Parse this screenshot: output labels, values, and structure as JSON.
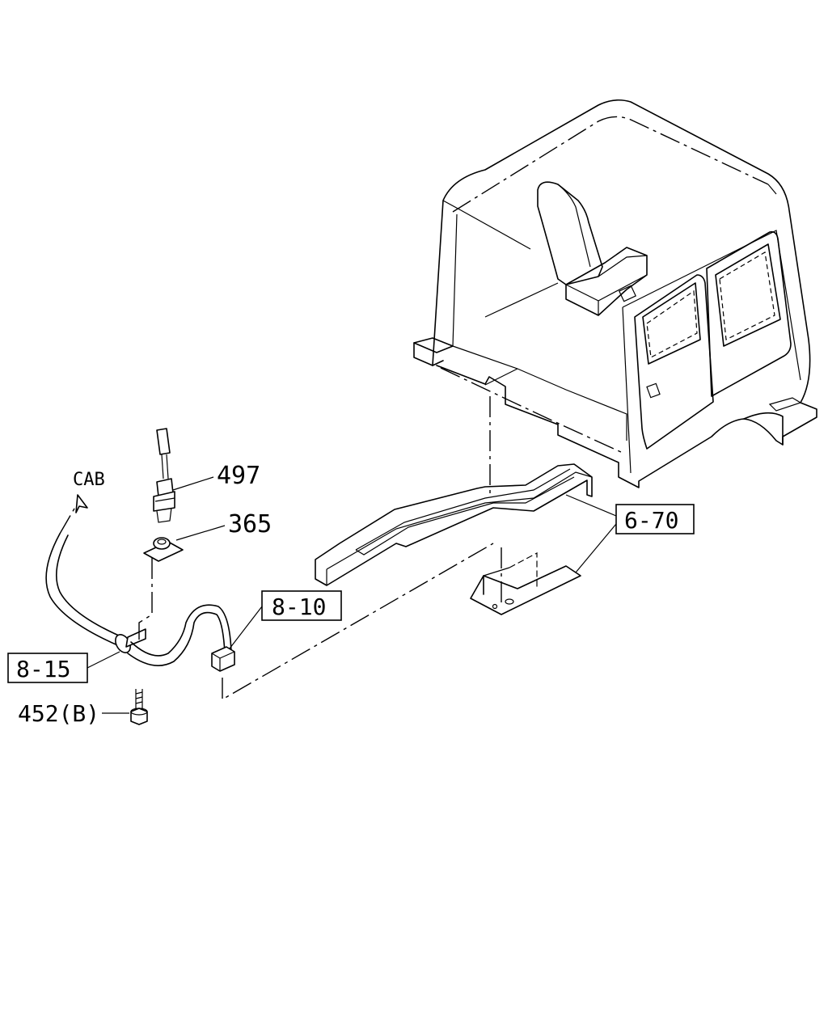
{
  "labels": {
    "cab": "CAB",
    "p497": "497",
    "p365": "365",
    "p452": "452(B)",
    "ref_8_10": "8-10",
    "ref_8_15": "8-15",
    "ref_6_70": "6-70"
  }
}
